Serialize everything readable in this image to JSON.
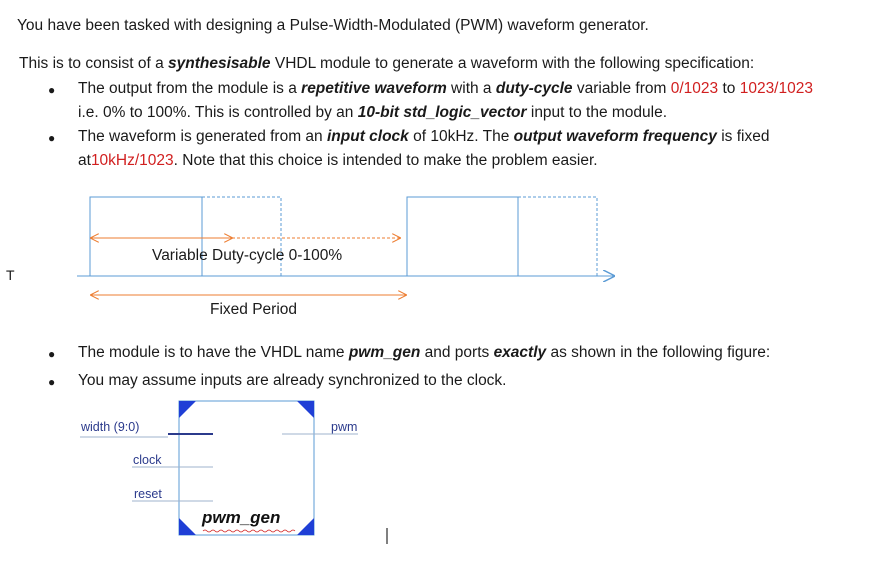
{
  "intro": "You have been tasked with designing a Pulse-Width-Modulated (PWM) waveform generator.",
  "spec": {
    "pre": "This is to consist of a ",
    "bold": "synthesisable",
    "post": " VHDL module to generate a waveform with the following specification:"
  },
  "bullet1": {
    "t1": "The output from the module is a ",
    "b1": "repetitive waveform",
    "t2": " with a ",
    "b2": "duty-cycle",
    "t3": " variable from ",
    "r1": "0/1023",
    "t4": " to ",
    "r2": "1023/1023",
    "l2a": "i.e. 0% to 100%.  This is controlled by an ",
    "b3": "10-bit std_logic_vector",
    "l2b": " input to the module."
  },
  "bullet2": {
    "t1": "The waveform is generated from an ",
    "b1": "input clock",
    "t2": " of 10kHz. The ",
    "b2": "output waveform frequency",
    "t3": " is fixed",
    "l2a": "at",
    "r1": "10kHz/1023",
    "l2b": ". Note that this choice is intended to make the problem easier."
  },
  "diagram": {
    "variable_label": "Variable Duty-cycle 0-100%",
    "fixed_label": "Fixed Period",
    "axis_label": "T",
    "colors": {
      "wave": "#5b9bd5",
      "arrow": "#ed7d31"
    }
  },
  "bullet3": {
    "t1": "The module is to have the VHDL name ",
    "b1": "pwm_gen",
    "t2": " and ports ",
    "b2": "exactly",
    "t3": " as shown in the following figure:"
  },
  "bullet4": "You may assume inputs are already synchronized to the clock.",
  "block": {
    "name": "pwm_gen",
    "ports": {
      "width": "width (9:0)",
      "clock": "clock",
      "reset": "reset",
      "pwm": "pwm"
    },
    "colors": {
      "corner": "#1f3fd6",
      "border": "#5b9bd5"
    }
  },
  "bullet_char": "●"
}
